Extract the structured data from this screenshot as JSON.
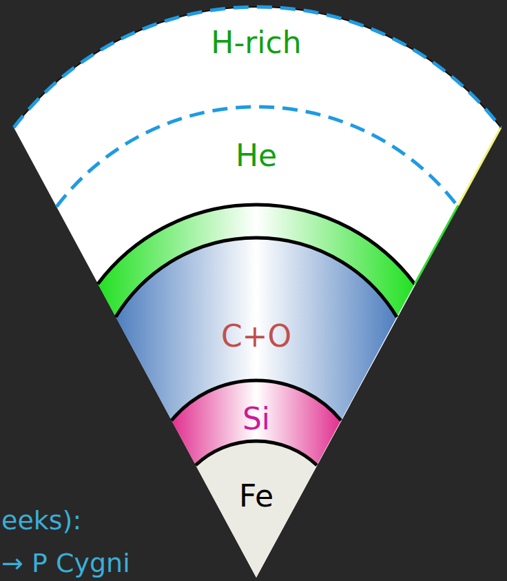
{
  "diagram": {
    "nodes": [
      {
        "text": [
          "H-rich"
        ]
      },
      {
        "text": [
          "He"
        ]
      },
      {
        "text": [
          "C+O"
        ]
      },
      {
        "text": [
          "Si"
        ]
      },
      {
        "text": [
          "Fe"
        ]
      }
    ],
    "labels": [
      "eeks):",
      "→ P Cygni"
    ]
  }
}
